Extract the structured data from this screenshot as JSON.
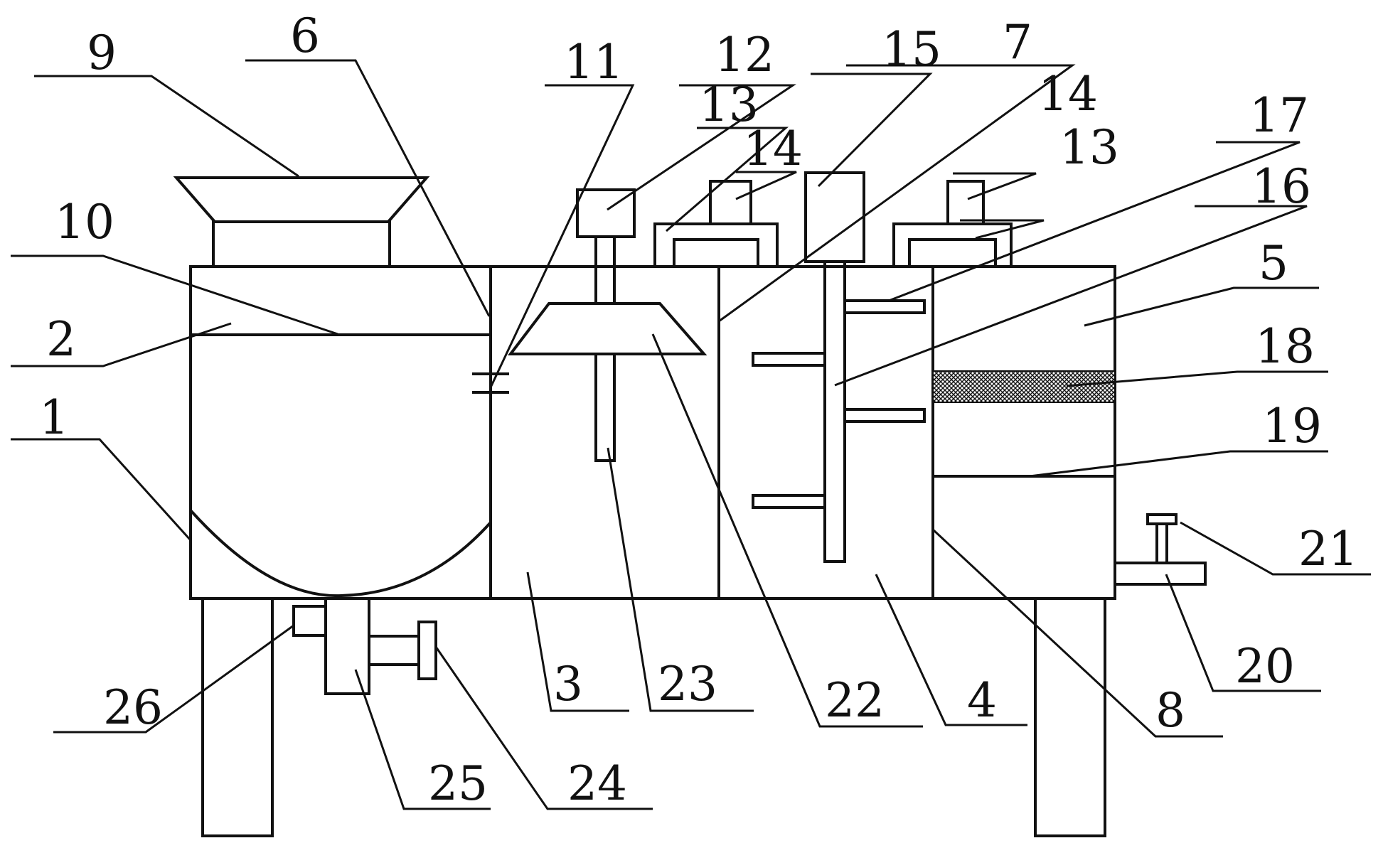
{
  "diagram": {
    "labels": {
      "l1": "1",
      "l2": "2",
      "l3": "3",
      "l4": "4",
      "l5": "5",
      "l6": "6",
      "l7": "7",
      "l8": "8",
      "l9": "9",
      "l10": "10",
      "l11": "11",
      "l12": "12",
      "l13a": "13",
      "l13b": "13",
      "l14a": "14",
      "l14b": "14",
      "l15": "15",
      "l16": "16",
      "l17": "17",
      "l18": "18",
      "l19": "19",
      "l20": "20",
      "l21": "21",
      "l22": "22",
      "l23": "23",
      "l24": "24",
      "l25": "25",
      "l26": "26"
    }
  }
}
